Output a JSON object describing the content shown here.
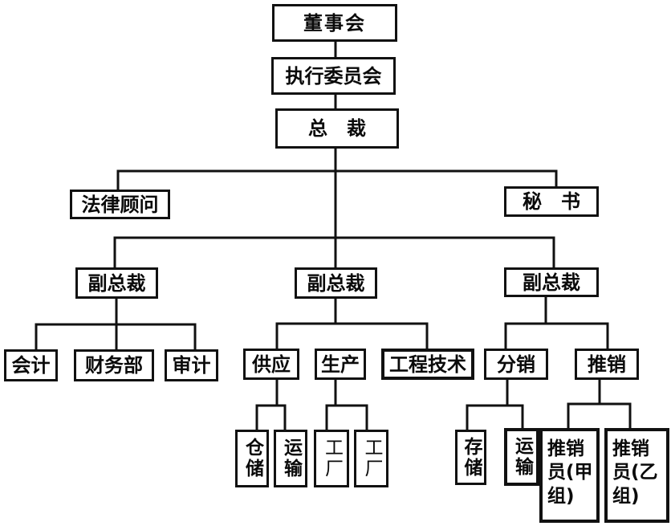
{
  "diagram": {
    "type": "org-chart",
    "nodes": {
      "board": "董事会",
      "exec_committee": "执行委员会",
      "president": "总　裁",
      "legal_counsel": "法律顾问",
      "secretary": "秘　书",
      "vp_finance": "副总裁",
      "vp_operations": "副总裁",
      "vp_sales": "副总裁",
      "accounting": "会计",
      "finance_dept": "财务部",
      "audit": "审计",
      "supply": "供应",
      "production": "生产",
      "engineering": "工程技术",
      "distribution": "分销",
      "promotion": "推销",
      "warehousing_1": "仓储",
      "transport_1": "运输",
      "factory_1": "工厂",
      "factory_2": "工厂",
      "storage_2": "存储",
      "transport_2": "运输",
      "sales_team_a": "推销员(甲组)",
      "sales_team_b": "推销员(乙组)"
    },
    "edges": [
      [
        "board",
        "exec_committee"
      ],
      [
        "exec_committee",
        "president"
      ],
      [
        "president",
        "legal_counsel"
      ],
      [
        "president",
        "secretary"
      ],
      [
        "president",
        "vp_finance"
      ],
      [
        "president",
        "vp_operations"
      ],
      [
        "president",
        "vp_sales"
      ],
      [
        "vp_finance",
        "accounting"
      ],
      [
        "vp_finance",
        "finance_dept"
      ],
      [
        "vp_finance",
        "audit"
      ],
      [
        "vp_operations",
        "supply"
      ],
      [
        "vp_operations",
        "production"
      ],
      [
        "vp_operations",
        "engineering"
      ],
      [
        "vp_sales",
        "distribution"
      ],
      [
        "vp_sales",
        "promotion"
      ],
      [
        "supply",
        "warehousing_1"
      ],
      [
        "supply",
        "transport_1"
      ],
      [
        "production",
        "factory_1"
      ],
      [
        "production",
        "factory_2"
      ],
      [
        "distribution",
        "storage_2"
      ],
      [
        "distribution",
        "transport_2"
      ],
      [
        "promotion",
        "sales_team_a"
      ],
      [
        "promotion",
        "sales_team_b"
      ]
    ]
  }
}
